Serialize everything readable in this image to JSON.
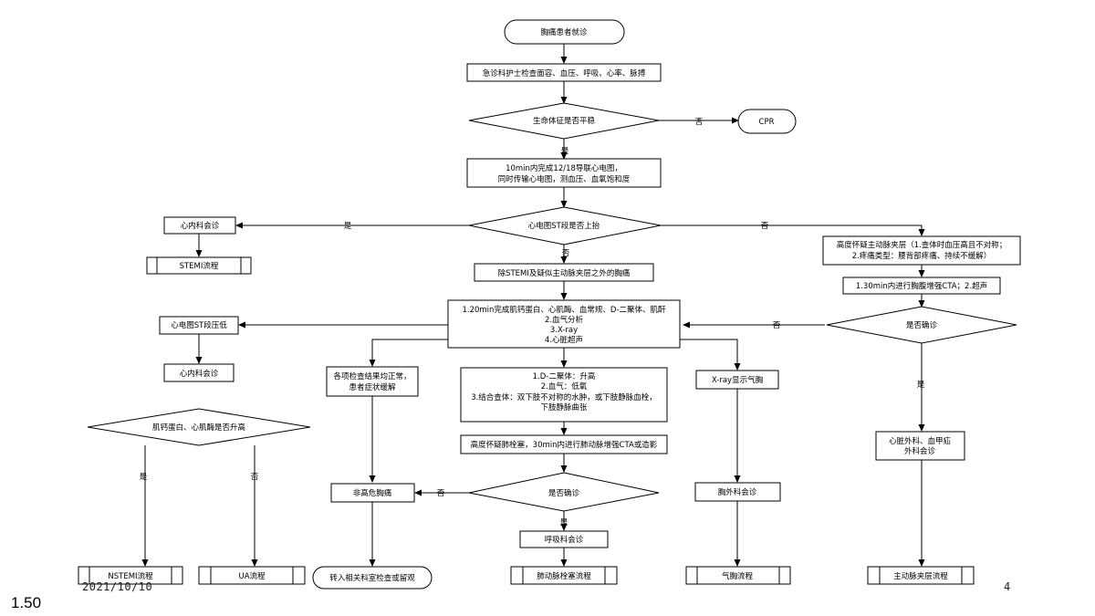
{
  "nodes": {
    "start": "胸痛患者就诊",
    "nurse_check": "急诊科护士检查面容、血压、呼吸、心率、脉搏",
    "vital_stable": "生命体征是否平稳",
    "cpr": "CPR",
    "ecg_10min": [
      "10min内完成12/18导联心电图，",
      "同时传输心电图，测血压、血氧饱和度"
    ],
    "st_elevation": "心电图ST段是否上抬",
    "cardio_consult_top": "心内科会诊",
    "stemi_flow": "STEMI流程",
    "aortic_suspect": [
      "高度怀疑主动脉夹层（1.查体时血压高且不对称；",
      "2.疼痛类型：腰背部疼痛、持续不缓解）"
    ],
    "cta_30min": "1.30min内进行胸腹增强CTA；2.超声",
    "confirm_right": "是否确诊",
    "exclude_stemi": "除STEMI及疑似主动脉夹层之外的胸痛",
    "tests_20min": [
      "1.20min完成肌钙蛋白、心肌酶、血常规、D-二聚体、肌酐",
      "2.血气分析",
      "3.X-ray",
      "4.心脏超声"
    ],
    "st_depression": "心电图ST段压低",
    "cardio_consult_mid": "心内科会诊",
    "troponin_up": "肌钙蛋白、心肌酶是否升高",
    "nstemi_flow": "NSTEMI流程",
    "ua_flow": "UA流程",
    "tests_normal": [
      "各项检查结果均正常，",
      "患者症状缓解"
    ],
    "pe_signs": [
      "1.D-二聚体：升高",
      "2.血气：低氧",
      "3.结合查体：双下肢不对称的水肿，或下肢静脉血栓，",
      "下肢静脉曲张"
    ],
    "pe_suspect": "高度怀疑肺栓塞，30min内进行肺动脉增强CTA或造影",
    "confirm_mid": "是否确诊",
    "respiratory_consult": "呼吸科会诊",
    "pe_flow": "肺动脉栓塞流程",
    "non_high_risk": "非高危胸痛",
    "transfer": "转入相关科室检查或留观",
    "xray_pneumo": "X-ray显示气胸",
    "thoracic_consult": "胸外科会诊",
    "pneumo_flow": "气胸流程",
    "cardiac_surgery": [
      "心脏外科、血甲疝",
      "外科会诊"
    ],
    "aortic_flow": "主动脉夹层流程"
  },
  "edge_labels": {
    "vital_no": "否",
    "vital_yes": "是",
    "st_yes": "是",
    "st_no_right": "否",
    "st_no_down": "否",
    "confirm_right_no": "否",
    "confirm_right_yes": "是",
    "trop_yes": "是",
    "trop_no": "否",
    "confirm_mid_no": "否",
    "confirm_mid_yes": "是"
  },
  "footer": {
    "date": "2021/10/10",
    "page": "4",
    "version": "1.50"
  }
}
